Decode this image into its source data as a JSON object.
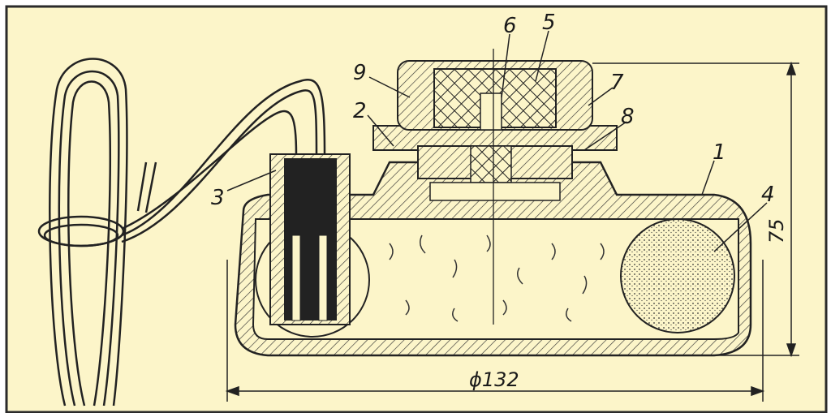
{
  "figure": {
    "colors": {
      "paper": "#fcf5c9",
      "ink": "#1a1a1a",
      "frame": "#2a2a2a"
    },
    "part_labels": [
      {
        "id": "1",
        "text": "1"
      },
      {
        "id": "2",
        "text": "2"
      },
      {
        "id": "3",
        "text": "3"
      },
      {
        "id": "4",
        "text": "4"
      },
      {
        "id": "5",
        "text": "5"
      },
      {
        "id": "6",
        "text": "6"
      },
      {
        "id": "7",
        "text": "7"
      },
      {
        "id": "8",
        "text": "8"
      },
      {
        "id": "9",
        "text": "9"
      }
    ],
    "dimensions": {
      "height": "75",
      "diameter": "ϕ132"
    }
  }
}
